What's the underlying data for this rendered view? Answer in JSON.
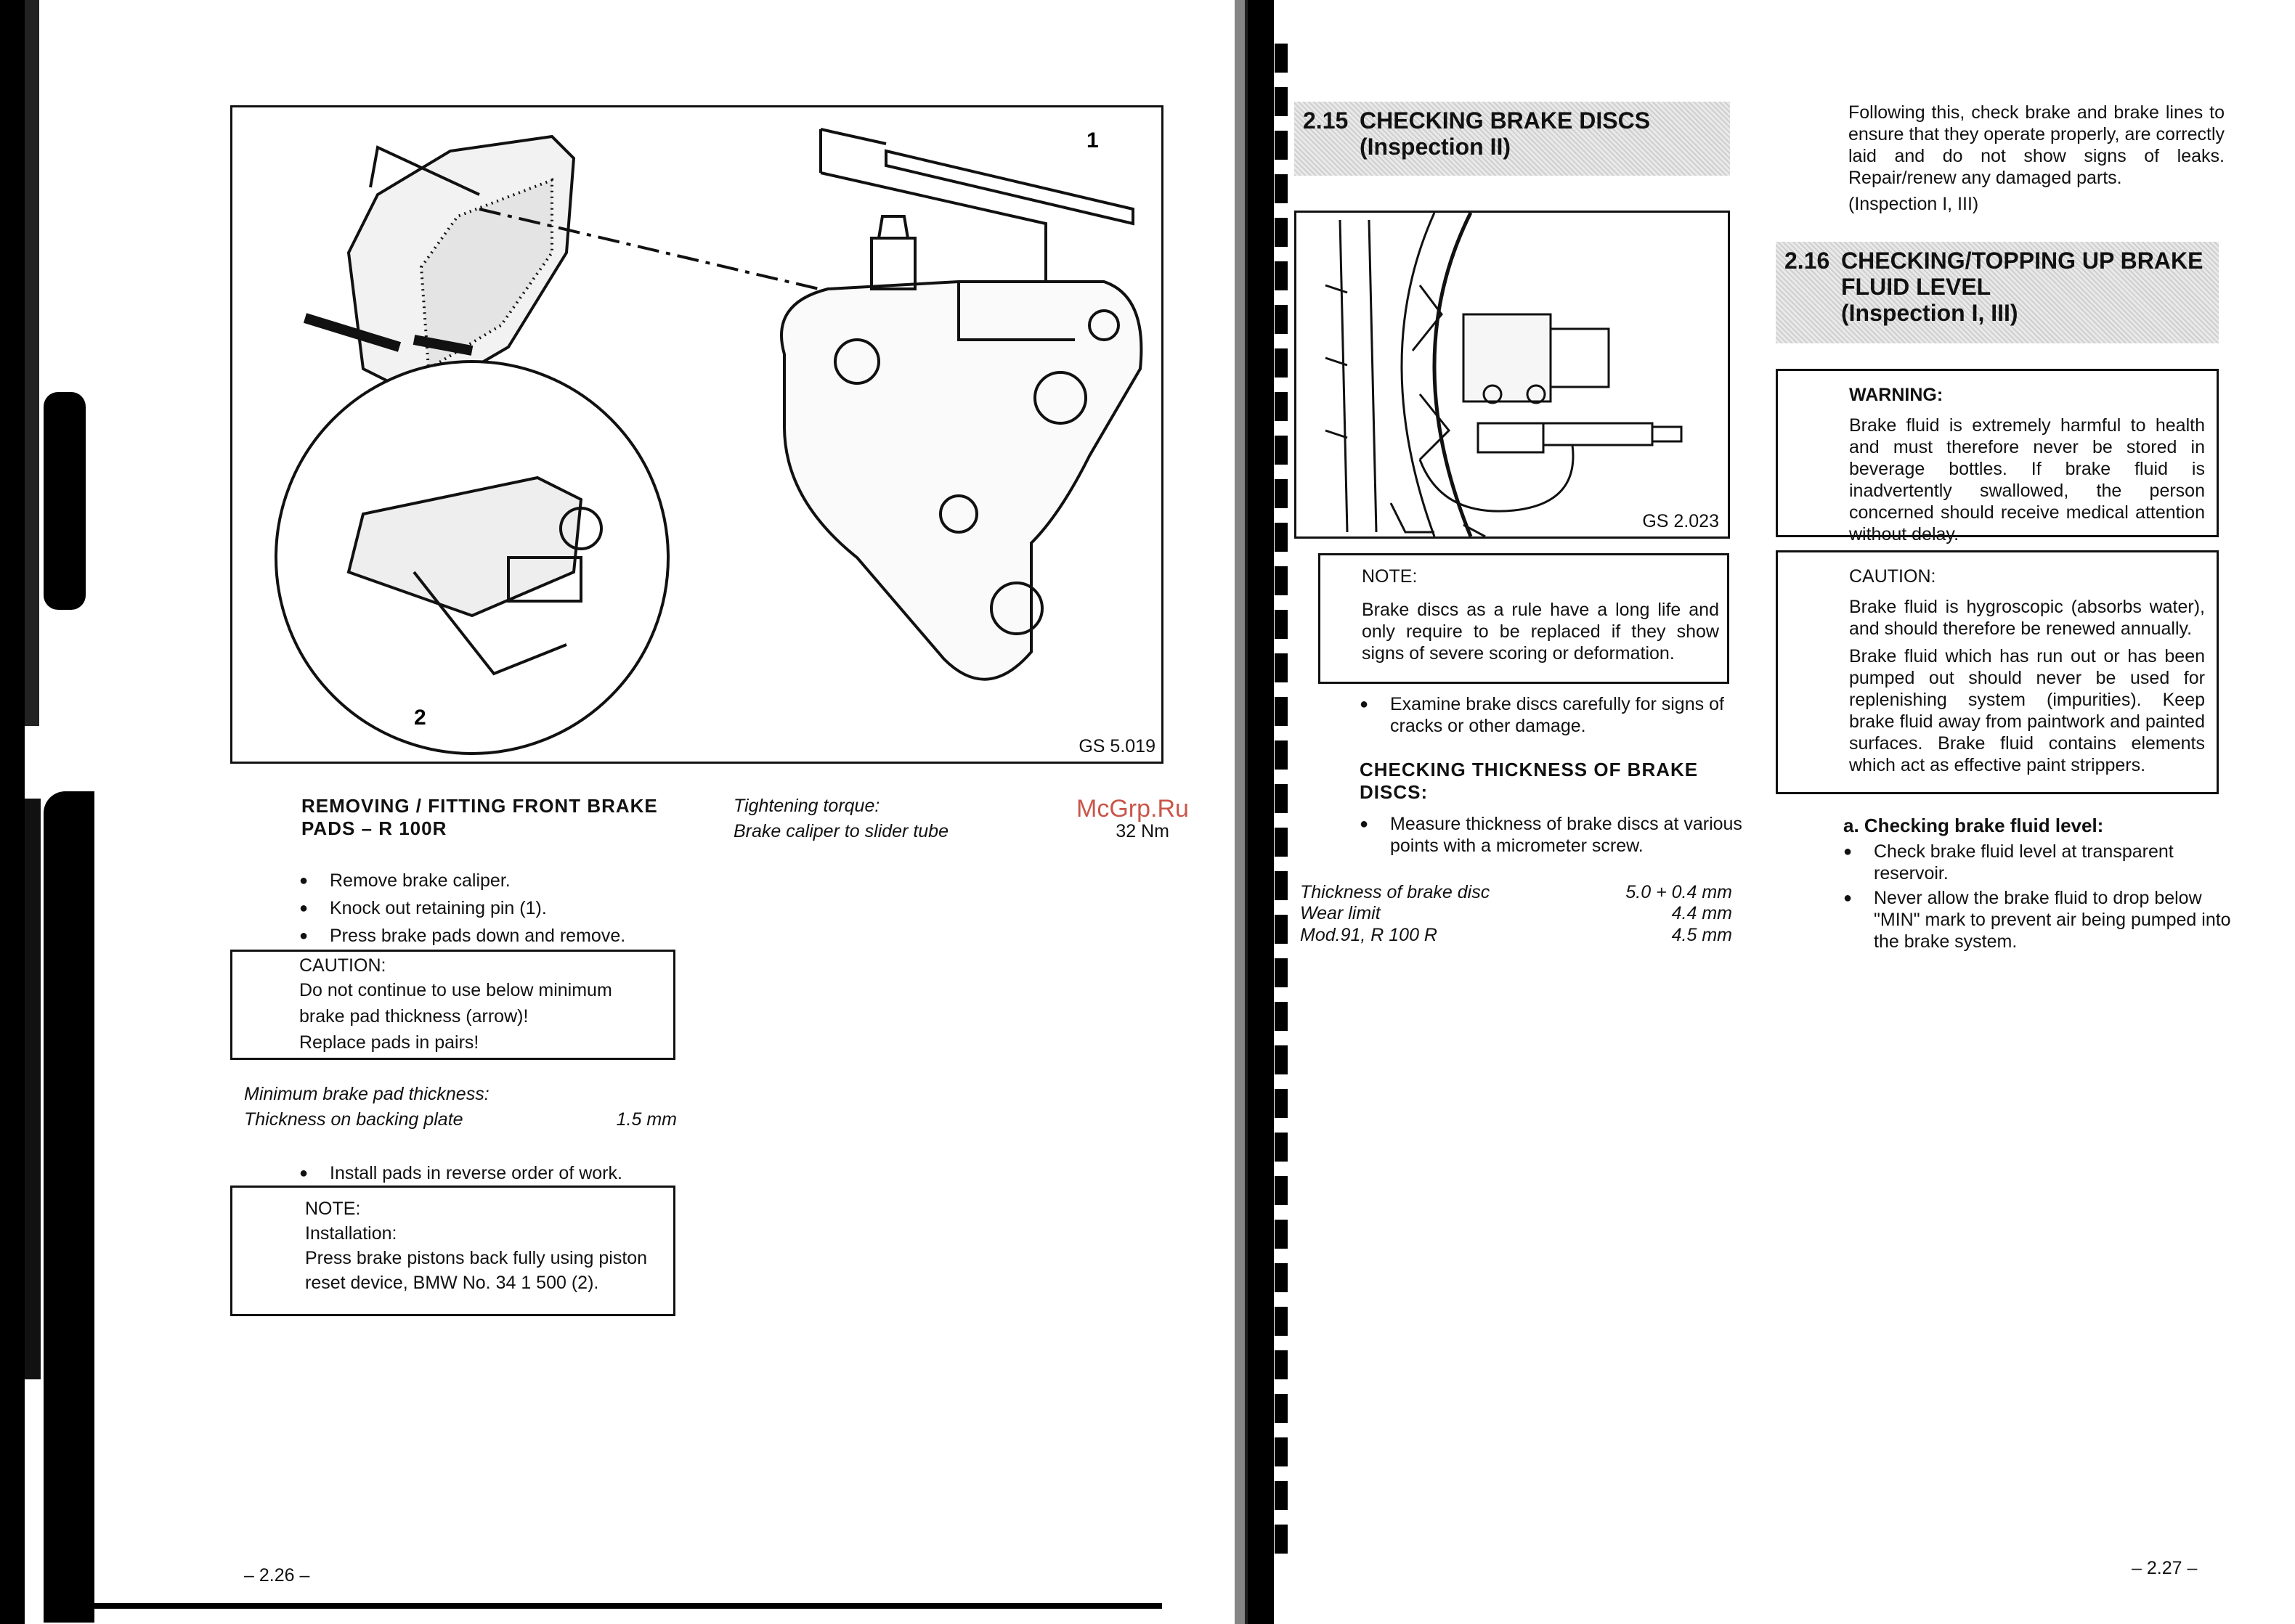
{
  "left_page": {
    "figure_code": "GS 5.019",
    "callouts": [
      "1",
      "2"
    ],
    "section_heading": "REMOVING / FITTING FRONT BRAKE PADS – R 100R",
    "steps": [
      "Remove brake caliper.",
      "Knock out retaining pin (1).",
      "Press brake pads down and remove."
    ],
    "caution": {
      "title": "CAUTION:",
      "lines": [
        "Do not continue to use below minimum",
        "brake pad thickness (arrow)!",
        "Replace pads in pairs!"
      ]
    },
    "spec_title": "Minimum brake pad thickness:",
    "spec_label": "Thickness on backing plate",
    "spec_value": "1.5 mm",
    "step_install": "Install pads in reverse order of work.",
    "note": {
      "title": "NOTE:",
      "lines": [
        "Installation:",
        "Press brake pistons back fully using piston",
        "reset device, BMW No. 34 1 500 (2)."
      ]
    },
    "torque_title": "Tightening torque:",
    "torque_label": "Brake caliper to slider tube",
    "torque_value": "32 Nm",
    "page_number": "– 2.26 –"
  },
  "watermark": "McGrp.Ru",
  "right_page": {
    "sec215": {
      "number": "2.15",
      "title_line1": "CHECKING BRAKE DISCS",
      "title_line2": "(Inspection II)"
    },
    "figure_code": "GS 2.023",
    "note": {
      "title": "NOTE:",
      "text": "Brake discs as a rule have a long life and only require to be replaced if they show signs of severe scoring or deformation."
    },
    "step_examine": "Examine brake discs carefully for signs of cracks or other damage.",
    "subheading": "CHECKING THICKNESS OF BRAKE DISCS:",
    "step_measure": "Measure thickness of brake discs at various points with a micrometer screw.",
    "specs": [
      {
        "label": "Thickness of brake disc",
        "value": "5.0 + 0.4 mm"
      },
      {
        "label": "Wear limit",
        "value": "4.4 mm"
      },
      {
        "label": "Mod.91, R 100 R",
        "value": "4.5 mm"
      }
    ],
    "col2_intro": "Following this, check brake and brake lines to ensure that they operate properly, are correctly laid and do not show signs of leaks. Repair/renew any damaged parts.",
    "col2_inspection": "(Inspection I, III)",
    "sec216": {
      "number": "2.16",
      "title_line1": "CHECKING/TOPPING UP BRAKE",
      "title_line2": "FLUID LEVEL",
      "title_line3": "(Inspection I, III)"
    },
    "warning": {
      "title": "WARNING:",
      "text": "Brake fluid is extremely harmful to health and must therefore never be stored in beverage bottles. If brake fluid is inadvertently swallowed, the person concerned should receive medical attention without delay."
    },
    "caution": {
      "title": "CAUTION:",
      "text1": "Brake fluid is hygroscopic (absorbs water), and should therefore be renewed annually.",
      "text2": "Brake fluid which has run out or has been pumped out should never be used for replenishing system (impurities). Keep brake fluid away from paintwork and painted surfaces. Brake fluid contains elements which act as effective paint strippers."
    },
    "sub_a": "a. Checking brake fluid level:",
    "steps_a": [
      "Check brake fluid level at transparent reservoir.",
      "Never allow the brake fluid to drop below \"MIN\" mark to prevent air being pumped into the brake system."
    ],
    "page_number": "– 2.27 –"
  }
}
